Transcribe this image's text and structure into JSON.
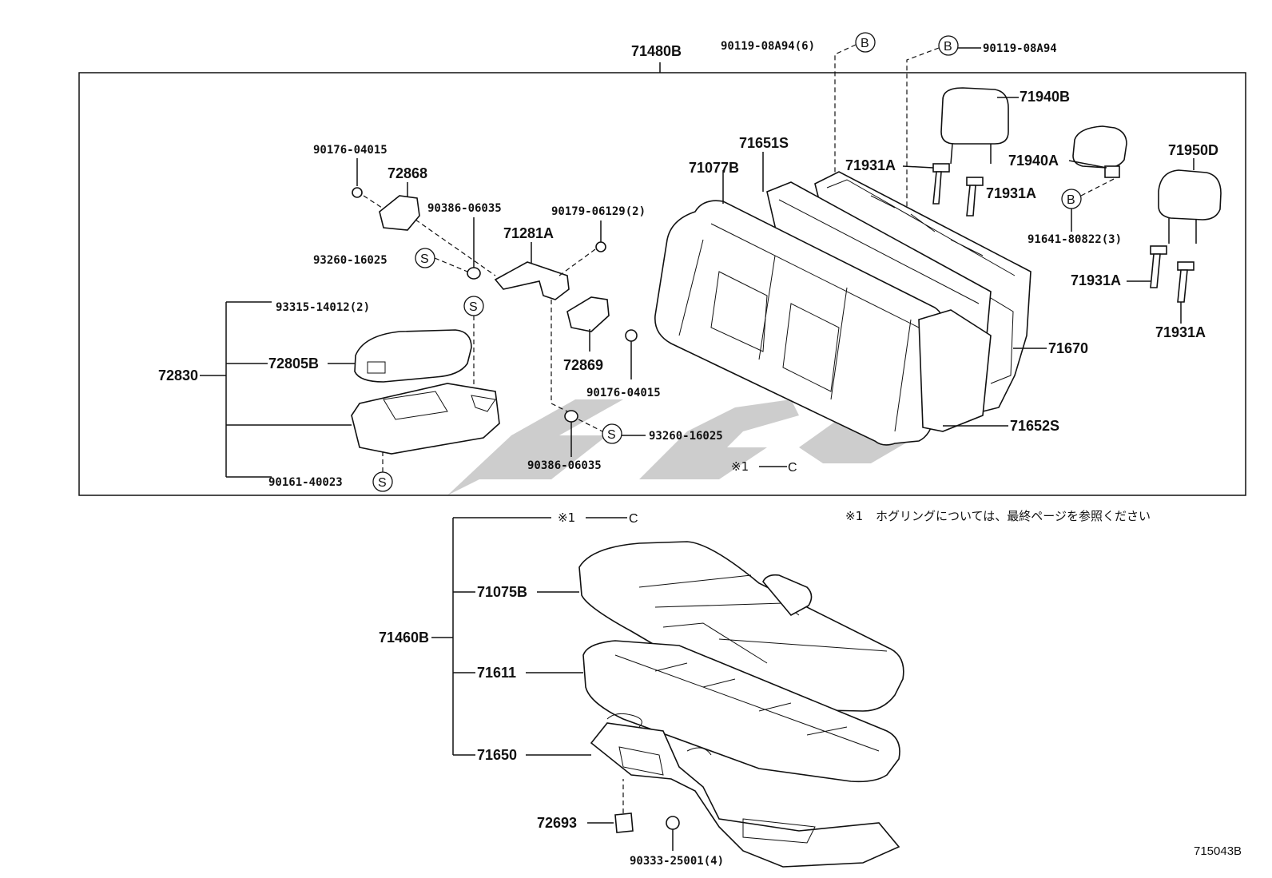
{
  "diagram": {
    "main_label": "71480B",
    "figure_code": "715043B",
    "note_marker": "※1",
    "note_text": "ホグリングについては、最終ページを参照ください",
    "circle_B": "B",
    "circle_S": "S",
    "circle_C": "C",
    "labels": {
      "l_90119_08A94_6": "90119-08A94(6)",
      "l_90119_08A94": "90119-08A94",
      "l_71940B": "71940B",
      "l_71950D": "71950D",
      "l_71940A": "71940A",
      "l_71931A_1": "71931A",
      "l_71931A_2": "71931A",
      "l_71931A_3": "71931A",
      "l_71931A_4": "71931A",
      "l_91641_80822_3": "91641-80822(3)",
      "l_71651S": "71651S",
      "l_71077B": "71077B",
      "l_71670": "71670",
      "l_71652S": "71652S",
      "l_90176_04015_a": "90176-04015",
      "l_72868": "72868",
      "l_90386_06035_a": "90386-06035",
      "l_90179_06129_2": "90179-06129(2)",
      "l_71281A": "71281A",
      "l_93260_16025_a": "93260-16025",
      "l_93315_14012_2": "93315-14012(2)",
      "l_72830": "72830",
      "l_72805B": "72805B",
      "l_72869": "72869",
      "l_90176_04015_b": "90176-04015",
      "l_93260_16025_b": "93260-16025",
      "l_90386_06035_b": "90386-06035",
      "l_90161_40023": "90161-40023",
      "l_71460B": "71460B",
      "l_71075B": "71075B",
      "l_71611": "71611",
      "l_71650": "71650",
      "l_72693": "72693",
      "l_90333_25001_4": "90333-25001(4)"
    }
  }
}
